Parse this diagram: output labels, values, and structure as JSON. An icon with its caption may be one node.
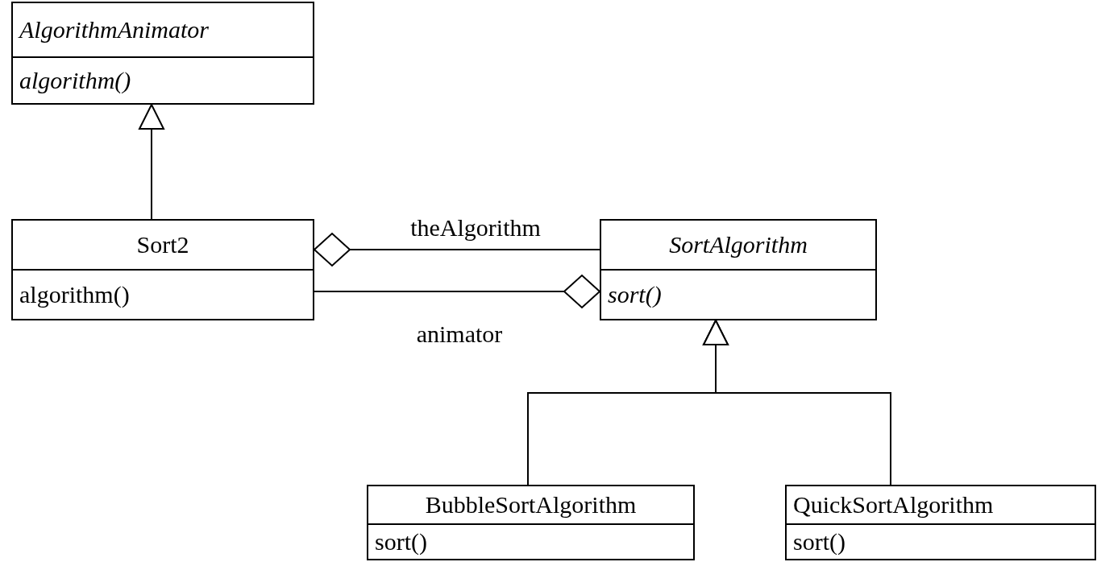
{
  "diagram": {
    "nodes": [
      {
        "text": [
          "AlgorithmAnimator",
          "algorithm()"
        ]
      },
      {
        "text": [
          "Sort2",
          "algorithm()"
        ]
      },
      {
        "text": [
          "SortAlgorithm",
          "sort()"
        ]
      },
      {
        "text": [
          "BubbleSortAlgorithm",
          "sort()"
        ]
      },
      {
        "text": [
          "QuickSortAlgorithm",
          "sort()"
        ]
      }
    ],
    "edges": [
      {
        "from": 1,
        "to": 0,
        "arrow": "to"
      },
      {
        "from": 1,
        "to": 2,
        "arrow": "other",
        "label": "theAlgorithm"
      },
      {
        "from": 2,
        "to": 1,
        "arrow": "other",
        "label": "animator"
      },
      {
        "from": 3,
        "to": 2,
        "arrow": "to"
      },
      {
        "from": 4,
        "to": 2,
        "arrow": "to"
      }
    ]
  }
}
